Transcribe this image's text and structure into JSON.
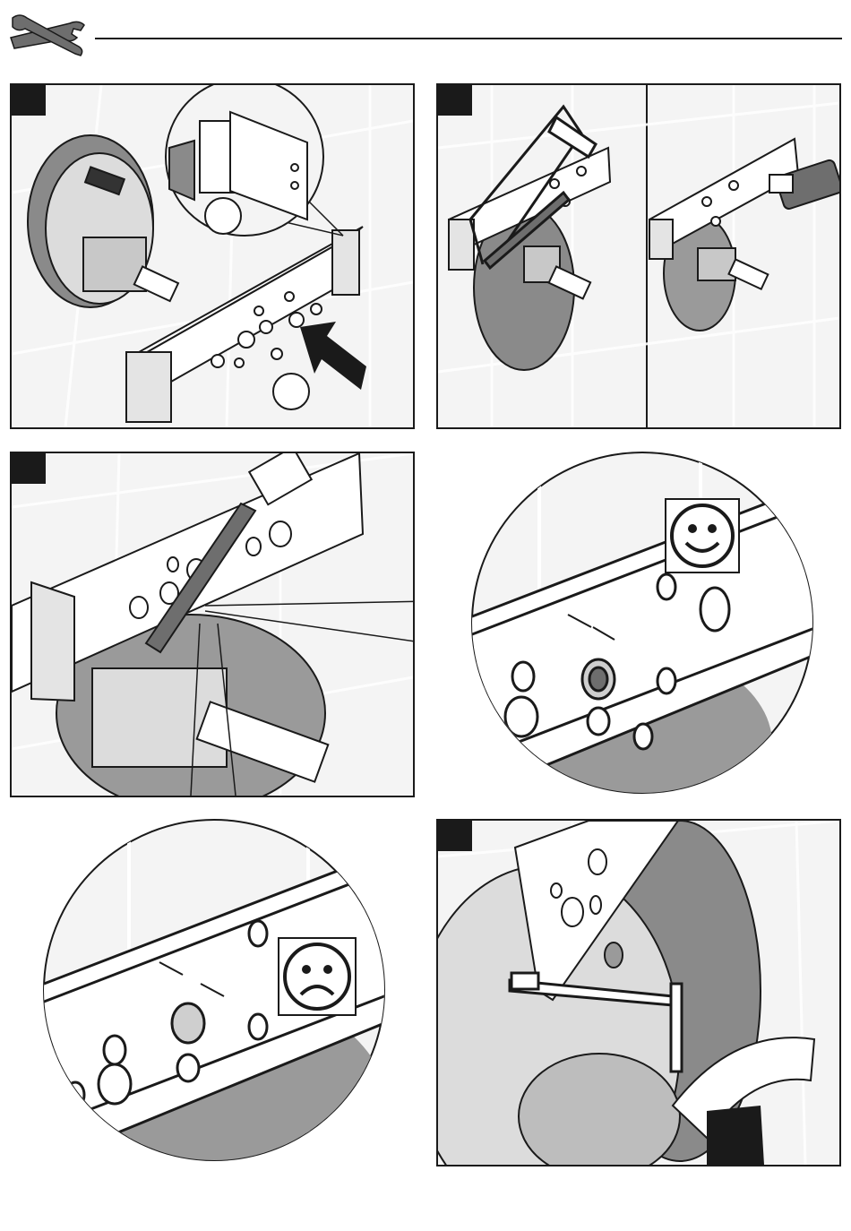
{
  "header": {
    "tool_icon": "tools-icon"
  },
  "steps": [
    {
      "id": "step-1",
      "icons": [
        "mounting-rail-icon",
        "arrow-icon"
      ]
    },
    {
      "id": "step-2",
      "icons": [
        "hacksaw-icon",
        "oscillating-tool-icon"
      ]
    },
    {
      "id": "step-3",
      "icons": [
        "file-icon",
        "smiley-happy-icon",
        "smiley-sad-icon"
      ]
    },
    {
      "id": "step-4",
      "icons": [
        "hex-key-icon",
        "tape-icon"
      ]
    }
  ],
  "colors": {
    "ink": "#1a1a1a",
    "tile": "#f4f4f4",
    "gray": "#9a9a9a",
    "dark_gray": "#6e6e6e"
  }
}
